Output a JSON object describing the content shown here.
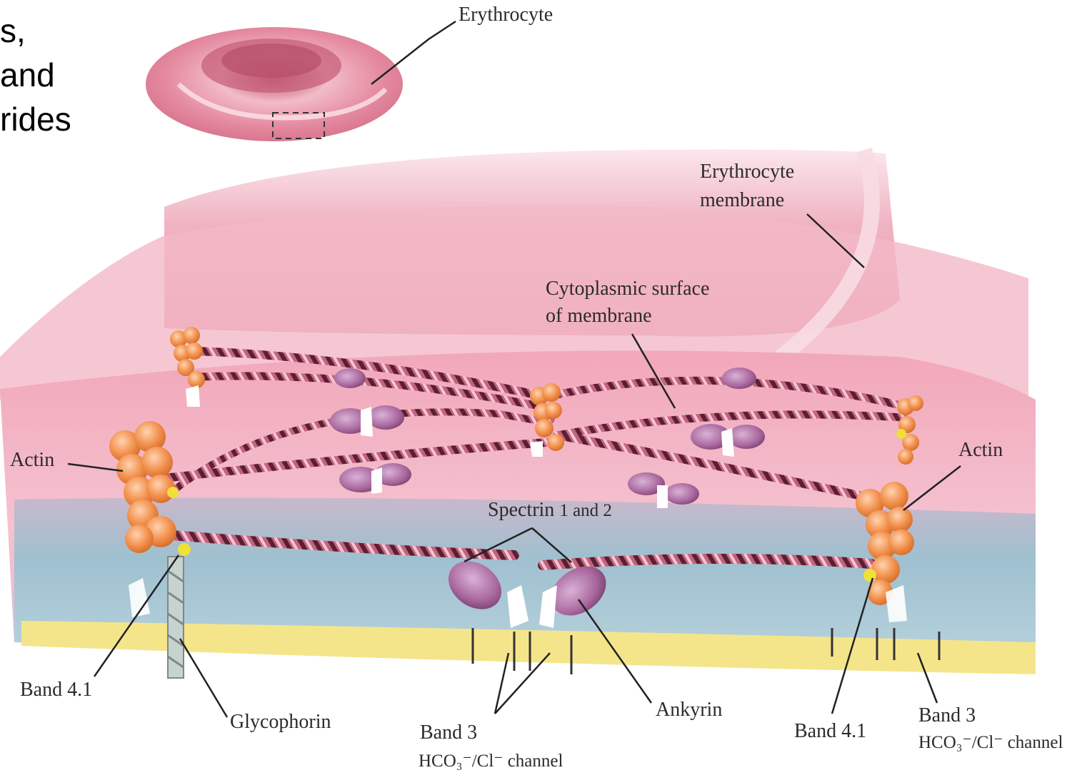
{
  "slide_text": [
    "s,",
    "and",
    "rides"
  ],
  "labels": {
    "erythrocyte": "Erythrocyte",
    "erythrocyte_membrane_1": "Erythrocyte",
    "erythrocyte_membrane_2": "membrane",
    "cytoplasmic_1": "Cytoplasmic surface",
    "cytoplasmic_2": "of membrane",
    "actin_left": "Actin",
    "actin_right": "Actin",
    "spectrin": "Spectrin",
    "spectrin_sub": "1 and 2",
    "band41_left": "Band 4.1",
    "band41_right": "Band 4.1",
    "glycophorin": "Glycophorin",
    "band3_center": "Band 3",
    "band3_center_sub": "HCO₃⁻/Cl⁻ channel",
    "ankyrin": "Ankyrin",
    "band3_right": "Band 3",
    "band3_right_sub": "HCO₃⁻/Cl⁻ channel"
  },
  "colors": {
    "cell": "#e38a9e",
    "cell_light": "#f6c9d2",
    "membrane_pink": "#f0b8c4",
    "membrane_blue": "#a9c6d3",
    "lipid_yellow": "#f3e27a",
    "actin": "#f39a5c",
    "spectrin": "#8c3a56",
    "ankyrin": "#b27bb0"
  }
}
